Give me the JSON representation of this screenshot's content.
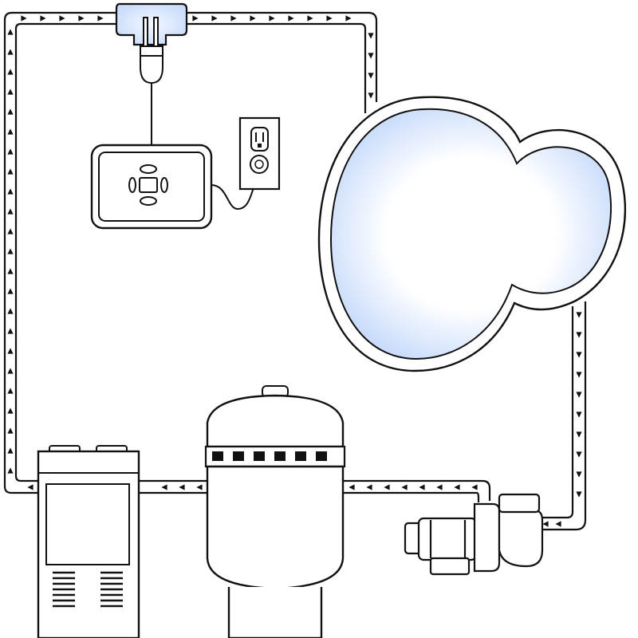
{
  "diagram": {
    "kind": "pool-plumbing-loop",
    "components": [
      {
        "id": "chlorinator-cell",
        "icon": "inline-chlorinator-icon"
      },
      {
        "id": "control-panel",
        "icon": "control-panel-icon"
      },
      {
        "id": "wall-outlet",
        "icon": "power-outlet-icon"
      },
      {
        "id": "pool",
        "icon": "pool-icon"
      },
      {
        "id": "pump",
        "icon": "pump-icon"
      },
      {
        "id": "filter",
        "icon": "filter-tank-icon"
      },
      {
        "id": "heater",
        "icon": "heater-icon"
      }
    ],
    "flow_order": [
      "pool",
      "pump",
      "filter",
      "heater",
      "chlorinator-cell",
      "pool"
    ]
  },
  "colors": {
    "line": "#111111",
    "water": "#c9dcfb",
    "chlorinator_glow": "#cfe0fb",
    "background": "#ffffff"
  }
}
